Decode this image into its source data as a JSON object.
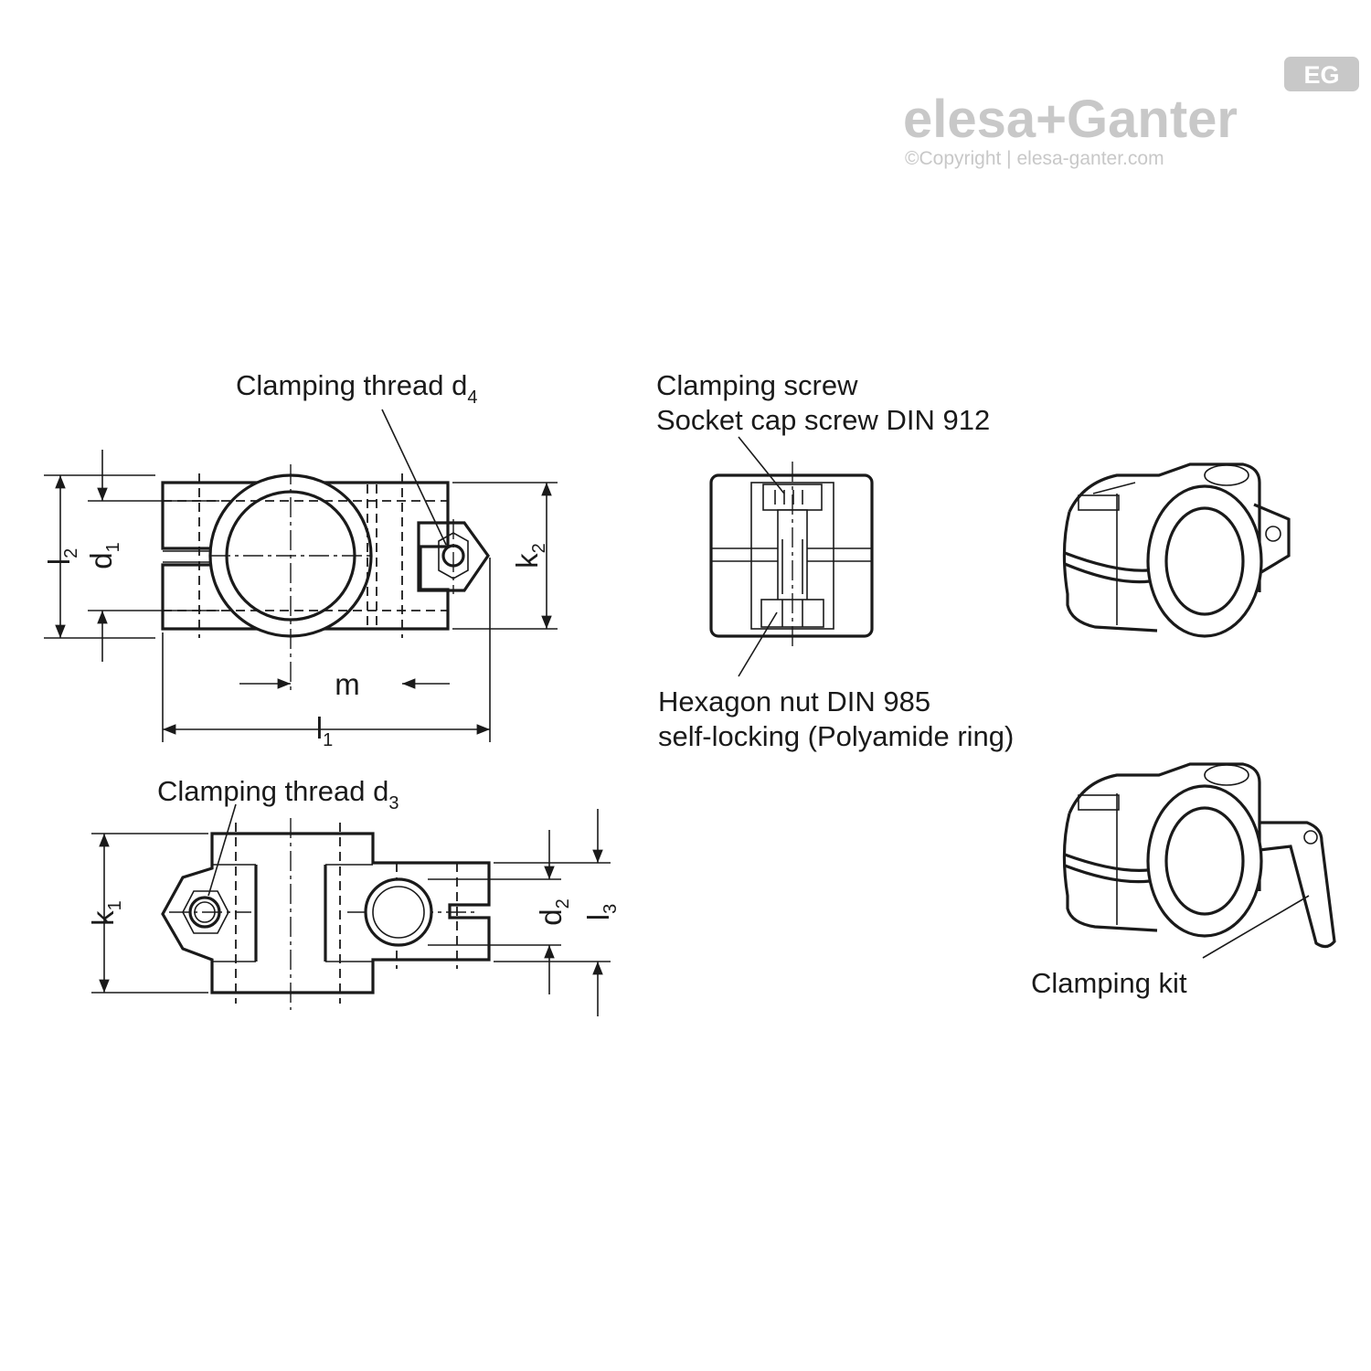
{
  "brand": {
    "logo_text": "elesa+Ganter",
    "badge": "EG",
    "copyright": "©Copyright | elesa-ganter.com"
  },
  "labels": {
    "clamping_thread_d4": "Clamping thread d",
    "clamping_thread_d4_sub": "4",
    "clamping_thread_d3": "Clamping thread d",
    "clamping_thread_d3_sub": "3",
    "clamping_screw": "Clamping screw",
    "socket_cap_screw": "Socket cap screw DIN 912",
    "hexagon_nut": "Hexagon nut  DIN 985",
    "self_locking": "self-locking (Polyamide ring)",
    "clamping_kit": "Clamping kit"
  },
  "dimensions": {
    "l2": "l",
    "l2_sub": "2",
    "d1": "d",
    "d1_sub": "1",
    "k2": "k",
    "k2_sub": "2",
    "m": "m",
    "l1": "l",
    "l1_sub": "1",
    "k1": "k",
    "k1_sub": "1",
    "d2": "d",
    "d2_sub": "2",
    "l3": "l",
    "l3_sub": "3"
  }
}
